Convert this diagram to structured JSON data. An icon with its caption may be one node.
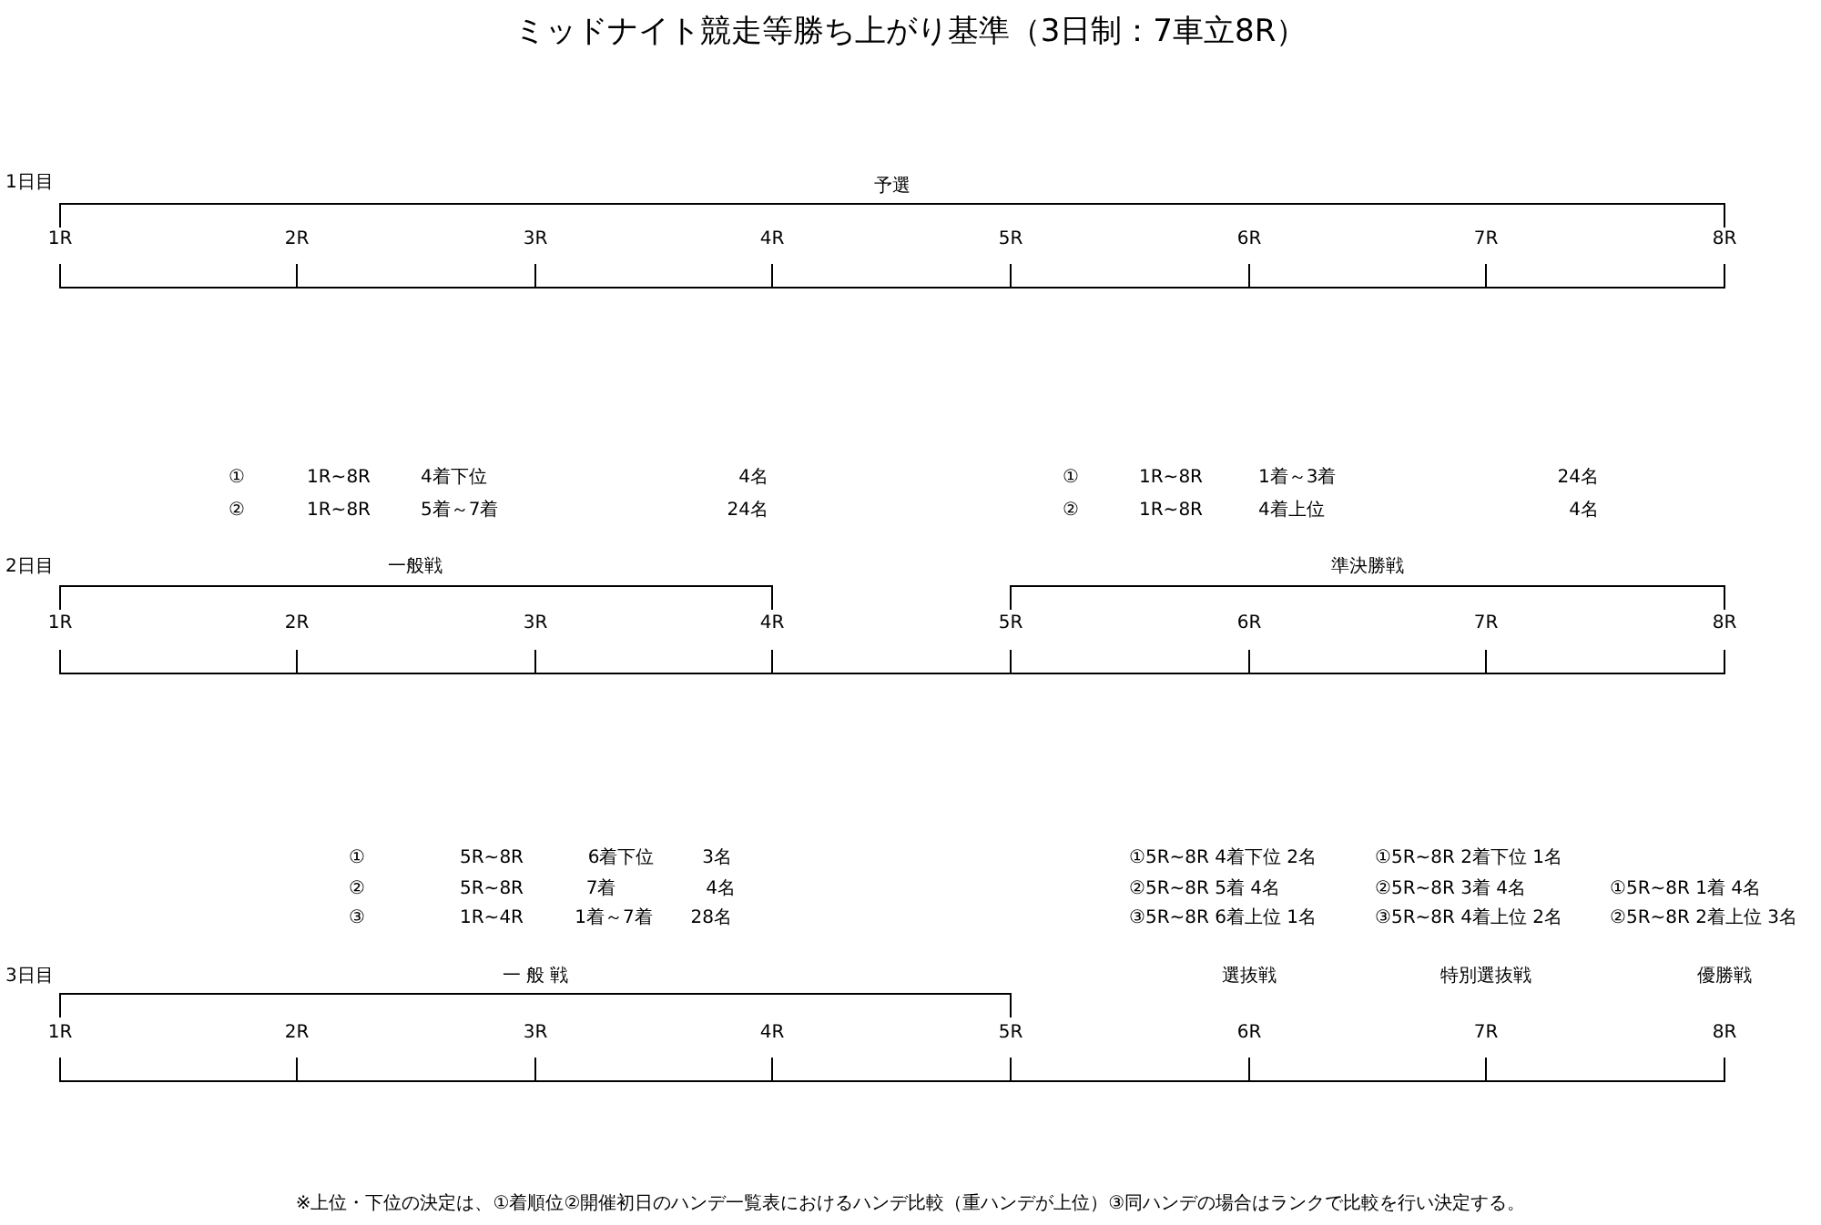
{
  "diagram": {
    "title": "ミッドナイト競走等勝ち上がり基準（3日制：7車立8R）",
    "labels": [
      "1日目",
      "予選",
      "1R",
      "2R",
      "3R",
      "4R",
      "5R",
      "6R",
      "7R",
      "8R",
      "①",
      "1R~8R",
      "4着下位",
      "4名",
      "①",
      "1R~8R",
      "1着～3着",
      "24名",
      "②",
      "1R~8R",
      "5着～7着",
      "24名",
      "②",
      "1R~8R",
      "4着上位",
      "4名",
      "2日目",
      "一般戦",
      "準決勝戦",
      "1R",
      "2R",
      "3R",
      "4R",
      "5R",
      "6R",
      "7R",
      "8R",
      "①",
      "5R~8R",
      "6着下位",
      "3名",
      "①5R~8R 4着下位 2名",
      "①5R~8R 2着下位 1名",
      "②",
      "5R~8R",
      "7着",
      "4名",
      "②5R~8R 5着 4名",
      "②5R~8R 3着 4名",
      "①5R~8R 1着 4名",
      "③",
      "1R~4R",
      "1着～7着",
      "28名",
      "③5R~8R 6着上位 1名",
      "③5R~8R 4着上位 2名",
      "②5R~8R 2着上位 3名",
      "3日目",
      "一 般 戦",
      "選抜戦",
      "特別選抜戦",
      "優勝戦",
      "1R",
      "2R",
      "3R",
      "4R",
      "5R",
      "6R",
      "7R",
      "8R",
      "※上位・下位の決定は、①着順位②開催初日のハンデ一覧表におけるハンデ比較（重ハンデが上位）③同ハンデの場合はランクで比較を行い決定する。"
    ]
  }
}
